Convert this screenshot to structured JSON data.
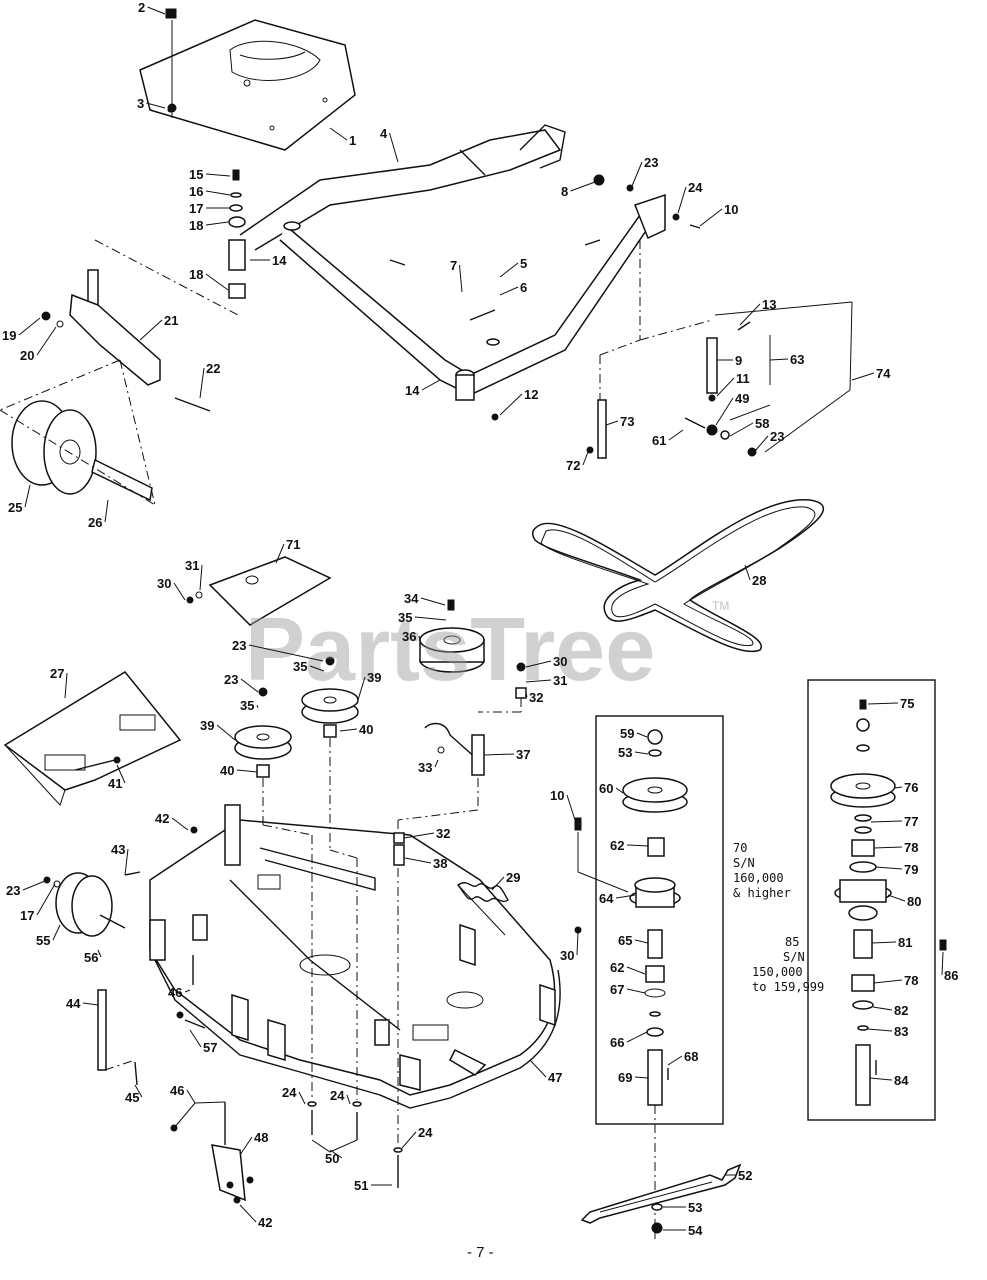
{
  "page": {
    "number": "- 7 -",
    "watermark": "PartsTree",
    "watermark_tm": "TM"
  },
  "boxes": {
    "spindle_70": {
      "ref": "70",
      "line1": "S/N",
      "line2": "160,000",
      "line3": "& higher"
    },
    "spindle_85": {
      "ref": "85",
      "line1": "S/N",
      "line2": "150,000",
      "line3": "to 159,999"
    }
  },
  "callouts": [
    "1",
    "2",
    "3",
    "4",
    "5",
    "6",
    "7",
    "8",
    "9",
    "10",
    "11",
    "12",
    "13",
    "14",
    "15",
    "16",
    "17",
    "18",
    "19",
    "20",
    "21",
    "22",
    "23",
    "24",
    "25",
    "26",
    "27",
    "28",
    "29",
    "30",
    "31",
    "32",
    "33",
    "34",
    "35",
    "36",
    "37",
    "38",
    "39",
    "40",
    "41",
    "42",
    "43",
    "44",
    "45",
    "46",
    "47",
    "48",
    "49",
    "50",
    "51",
    "52",
    "53",
    "54",
    "55",
    "56",
    "57",
    "58",
    "59",
    "60",
    "61",
    "62",
    "63",
    "64",
    "65",
    "66",
    "67",
    "68",
    "69",
    "71",
    "72",
    "73",
    "74",
    "75",
    "76",
    "77",
    "78",
    "79",
    "80",
    "81",
    "82",
    "83",
    "84",
    "86"
  ]
}
